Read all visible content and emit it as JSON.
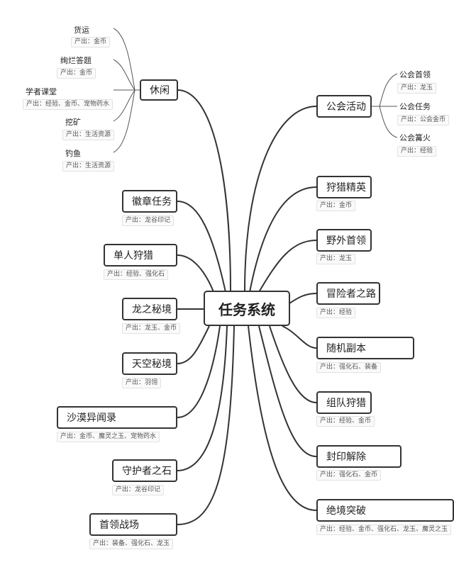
{
  "center": {
    "label": "任务系统"
  },
  "leisure": {
    "label": "休闲",
    "children": [
      {
        "label": "货运",
        "output": "产出：金币"
      },
      {
        "label": "绚烂答题",
        "output": "产出：金币"
      },
      {
        "label": "学者课堂",
        "output": "产出：经验、金币、宠物药水"
      },
      {
        "label": "挖矿",
        "output": "产出：生活资源"
      },
      {
        "label": "钓鱼",
        "output": "产出：生活资源"
      }
    ]
  },
  "left_nodes": [
    {
      "label": "徽章任务",
      "output": "产出：龙谷印记"
    },
    {
      "label": "单人狩猎",
      "output": "产出：经验、强化石"
    },
    {
      "label": "龙之秘境",
      "output": "产出：龙玉、金币"
    },
    {
      "label": "天空秘境",
      "output": "产出：羽翎"
    },
    {
      "label": "沙漠异闻录",
      "output": "产出：金币、魔灵之玉、宠物药水"
    },
    {
      "label": "守护者之石",
      "output": "产出：龙谷印记"
    },
    {
      "label": "首领战场",
      "output": "产出：装备、强化石、龙玉"
    }
  ],
  "guild": {
    "label": "公会活动",
    "children": [
      {
        "label": "公会首领",
        "output": "产出：龙玉"
      },
      {
        "label": "公会任务",
        "output": "产出：公会金币"
      },
      {
        "label": "公会篝火",
        "output": "产出：经验"
      }
    ]
  },
  "right_nodes": [
    {
      "label": "狩猎精英",
      "output": "产出：金币"
    },
    {
      "label": "野外首领",
      "output": "产出：龙玉"
    },
    {
      "label": "冒险者之路",
      "output": "产出：经验"
    },
    {
      "label": "随机副本",
      "output": "产出：强化石、装备"
    },
    {
      "label": "组队狩猎",
      "output": "产出：经验、金币"
    },
    {
      "label": "封印解除",
      "output": "产出：强化石、金币"
    },
    {
      "label": "绝境突破",
      "output": "产出：经验、金币、强化石、龙玉、魔灵之玉"
    }
  ]
}
